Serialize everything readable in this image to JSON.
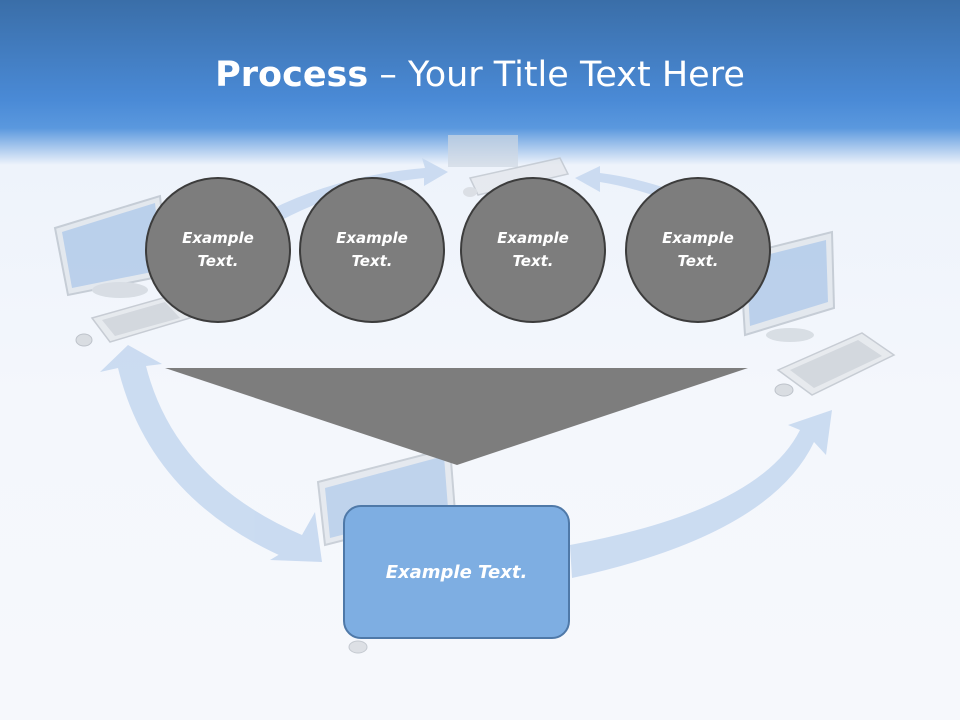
{
  "title": {
    "bold": "Process",
    "rest": " – Your Title Text Here"
  },
  "steps": [
    {
      "label": "Example\nText."
    },
    {
      "label": "Example\nText."
    },
    {
      "label": "Example\nText."
    },
    {
      "label": "Example\nText."
    }
  ],
  "result": {
    "label": "Example Text."
  },
  "colors": {
    "header_blue": "#4a8ad6",
    "circle_fill": "#7d7d7d",
    "circle_border": "#3c3c3c",
    "funnel": "#7d7d7d",
    "result_fill": "#7eaee2",
    "result_border": "#4f79a8",
    "cycle_arrow": "#c6d8f0"
  },
  "icons": [
    "cycle-arrow",
    "computer-monitor-icon",
    "keyboard-icon",
    "mouse-icon"
  ]
}
